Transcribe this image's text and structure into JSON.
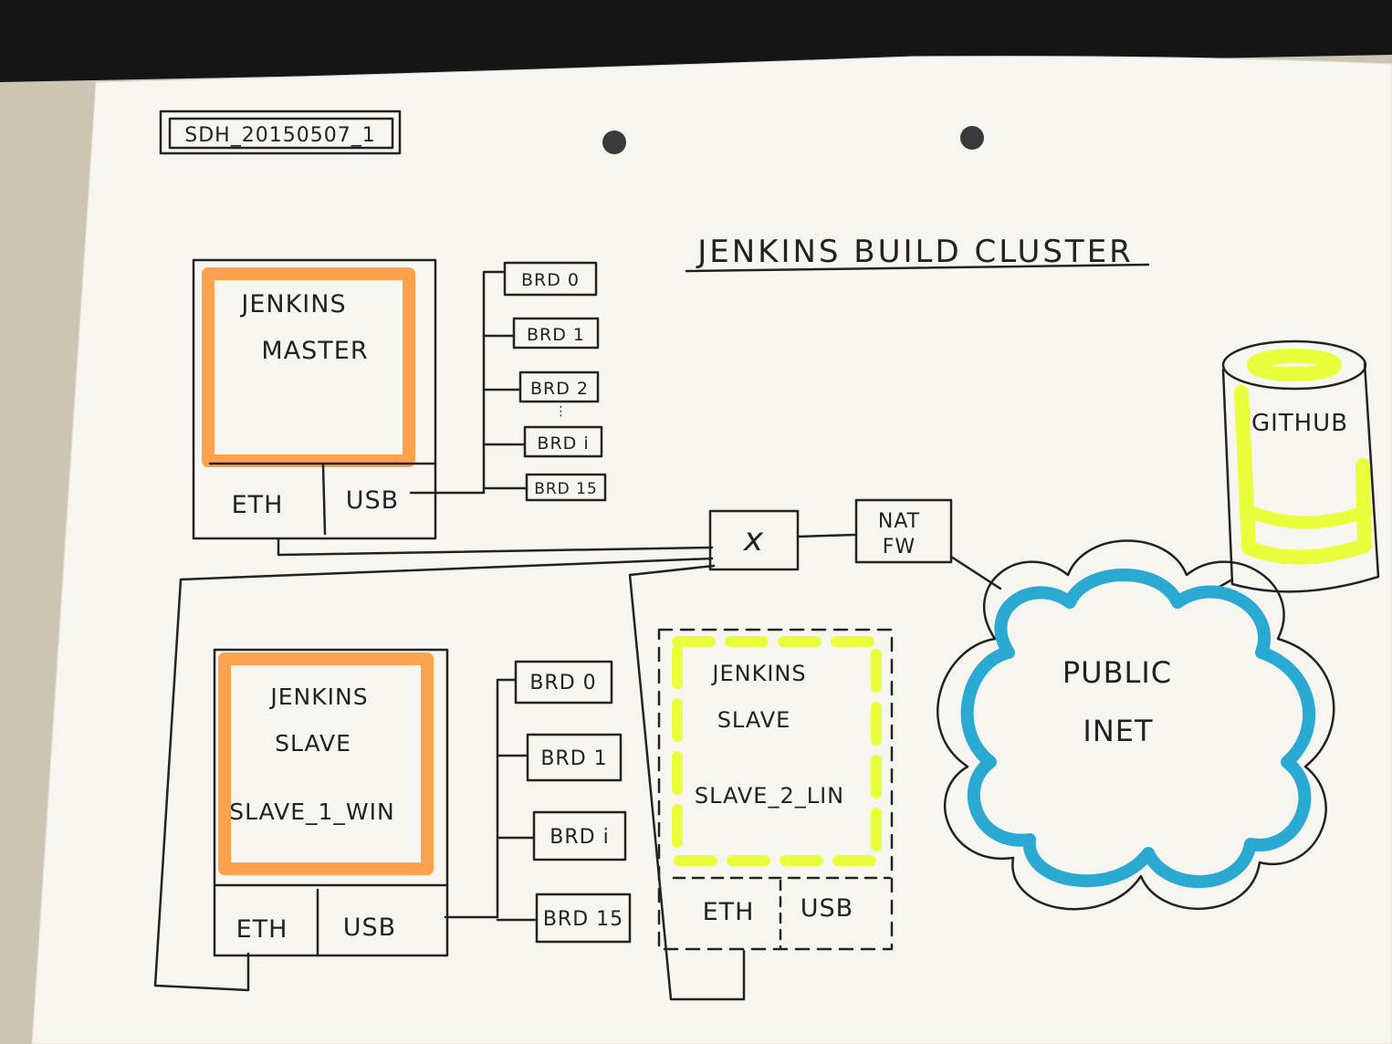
{
  "sheet": {
    "tag": "SDH_20150507_1",
    "title": "JENKINS BUILD CLUSTER"
  },
  "master": {
    "line1": "JENKINS",
    "line2": "MASTER",
    "eth": "ETH",
    "usb": "USB",
    "boards": [
      "BRD 0",
      "BRD 1",
      "BRD 2",
      "BRD i",
      "BRD 15"
    ],
    "ellipsis": "⋮"
  },
  "slave1": {
    "line1": "JENKINS",
    "line2": "SLAVE",
    "line3": "SLAVE_1_WIN",
    "eth": "ETH",
    "usb": "USB",
    "boards": [
      "BRD 0",
      "BRD 1",
      "BRD i",
      "BRD 15"
    ]
  },
  "slave2": {
    "line1": "JENKINS",
    "line2": "SLAVE",
    "line3": "SLAVE_2_LIN",
    "eth": "ETH",
    "usb": "USB"
  },
  "switch": {
    "symbol": "x"
  },
  "natfw": {
    "line1": "NAT",
    "line2": "FW"
  },
  "github": {
    "label": "GITHUB"
  },
  "cloud": {
    "line1": "PUBLIC",
    "line2": "INET"
  },
  "colors": {
    "orange": "#ffa24d",
    "yellow": "#eaff3c",
    "cyan": "#2aa9d2",
    "ink": "#222222",
    "paper": "#f7f6f2"
  }
}
